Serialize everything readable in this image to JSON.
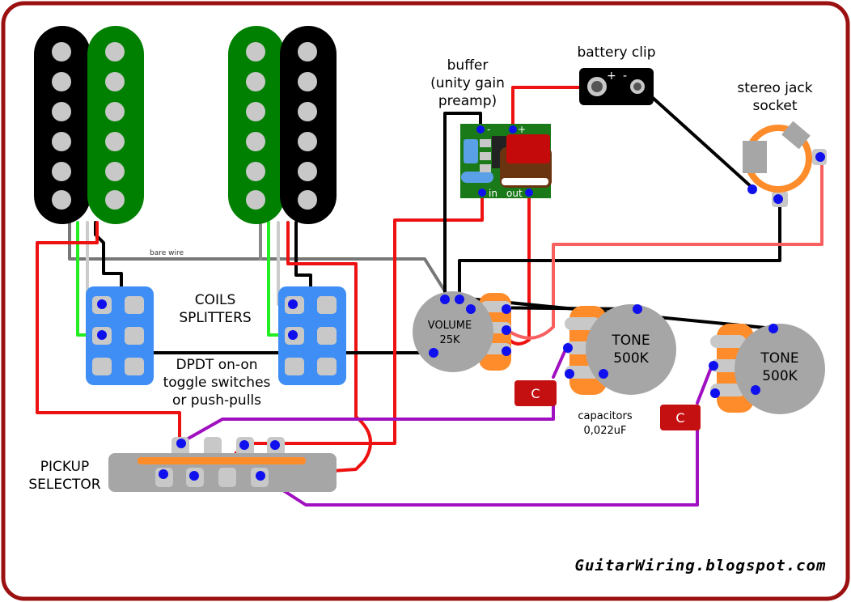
{
  "labels": {
    "buffer": [
      "buffer",
      "(unity gain",
      "preamp)"
    ],
    "battery_clip": "battery clip",
    "battery_plus": "+",
    "battery_minus": "-",
    "jack": [
      "stereo jack",
      "socket"
    ],
    "bare_wire": "bare wire",
    "coils": [
      "COILS",
      "SPLITTERS"
    ],
    "dpdt": [
      "DPDT on-on",
      "toggle switches",
      "or push-pulls"
    ],
    "volume": [
      "VOLUME",
      "25K"
    ],
    "tone1": [
      "TONE",
      "500K"
    ],
    "tone2": [
      "TONE",
      "500K"
    ],
    "capacitors": [
      "capacitors",
      "0,022uF"
    ],
    "cap_symbol_1": "C",
    "cap_symbol_2": "C",
    "pickup_selector": [
      "PICKUP",
      "SELECTOR"
    ],
    "pcb_minus": "-",
    "pcb_plus": "+",
    "pcb_in": "in",
    "pcb_out": "out",
    "brand": "GuitarWiring.blogspot.com"
  },
  "colors": {
    "border": "#9b1010",
    "pickup_black": "#000000",
    "pickup_green": "#008000",
    "pole": "#c8c8c8",
    "switch_blue": "#3f8ef5",
    "pot_grey": "#a6a6a6",
    "pot_orange": "#ff8c2a",
    "pcb_green": "#1a7a1a",
    "cap_red": "#c41010",
    "wire_red": "#ee1111",
    "wire_black": "#000000",
    "wire_purple": "#a010c0",
    "wire_green": "#22ee22",
    "wire_salmon": "#f86060",
    "solder_dot": "#1010ee"
  }
}
